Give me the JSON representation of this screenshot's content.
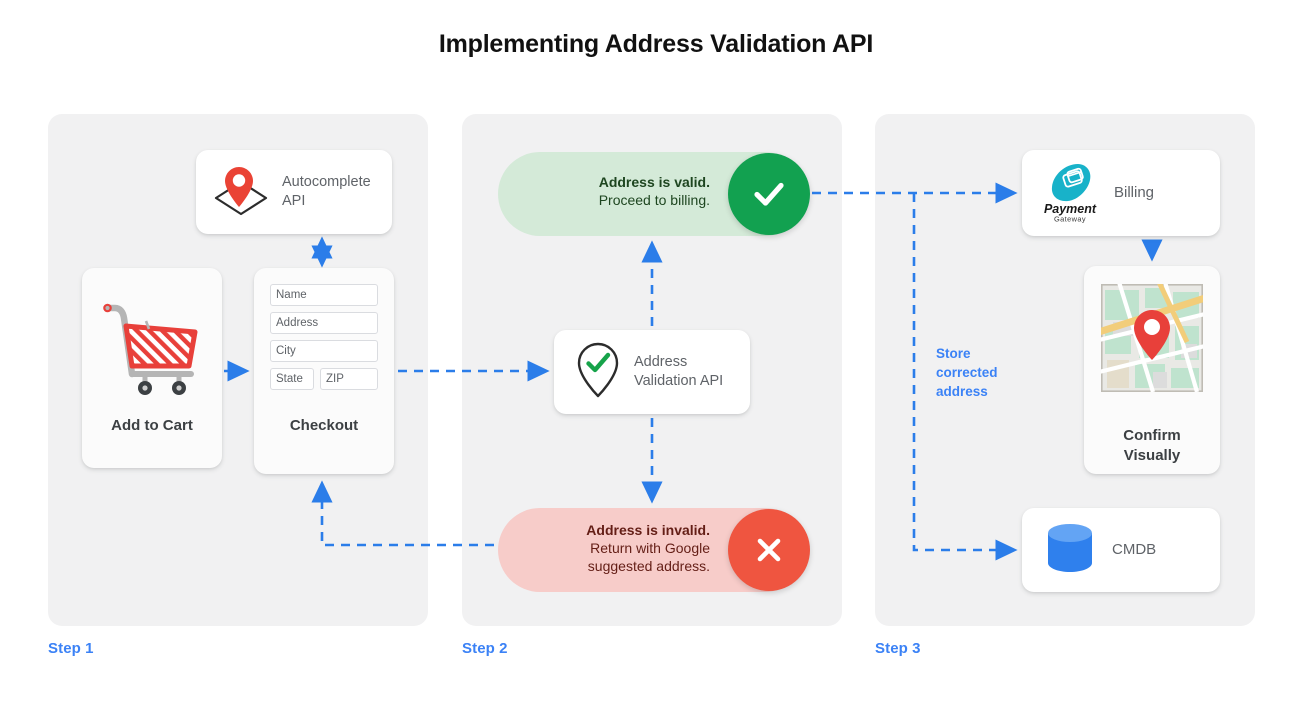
{
  "page": {
    "title": "Implementing Address Validation API",
    "accent_blue": "#3b82f6",
    "panel_bg": "#f1f1f2",
    "valid_green": "#12a150",
    "invalid_red": "#ef5540"
  },
  "steps": [
    {
      "label": "Step 1"
    },
    {
      "label": "Step 2"
    },
    {
      "label": "Step 3"
    }
  ],
  "step1": {
    "autocomplete": {
      "label": "Autocomplete API",
      "icon": "map-pin-diamond-icon"
    },
    "add_to_cart": {
      "title": "Add to Cart",
      "icon": "shopping-cart-icon"
    },
    "checkout": {
      "title": "Checkout",
      "fields": [
        {
          "name": "name",
          "placeholder": "Name"
        },
        {
          "name": "address",
          "placeholder": "Address"
        },
        {
          "name": "city",
          "placeholder": "City"
        },
        {
          "name": "state",
          "placeholder": "State"
        },
        {
          "name": "zip",
          "placeholder": "ZIP"
        }
      ]
    }
  },
  "step2": {
    "valid": {
      "headline": "Address is valid.",
      "detail": "Proceed to billing.",
      "badge_icon": "check-icon",
      "bg": "#d4ead8",
      "badge_color": "#12a150"
    },
    "invalid": {
      "headline": "Address is invalid.",
      "detail_line1": "Return with Google",
      "detail_line2": "suggested address.",
      "badge_icon": "close-icon",
      "bg": "#f7ccc9",
      "badge_color": "#ef5540"
    },
    "validation_api": {
      "label_line1": "Address",
      "label_line2": "Validation API",
      "icon": "map-pin-check-icon"
    }
  },
  "step3": {
    "billing": {
      "label": "Billing",
      "logo_primary": "Payment",
      "logo_secondary": "Gateway",
      "icon": "payment-gateway-logo"
    },
    "confirm": {
      "title_line1": "Confirm",
      "title_line2": "Visually",
      "icon": "map-thumbnail-icon"
    },
    "cmdb": {
      "label": "CMDB",
      "icon": "database-icon"
    },
    "store_note": "Store corrected address"
  }
}
